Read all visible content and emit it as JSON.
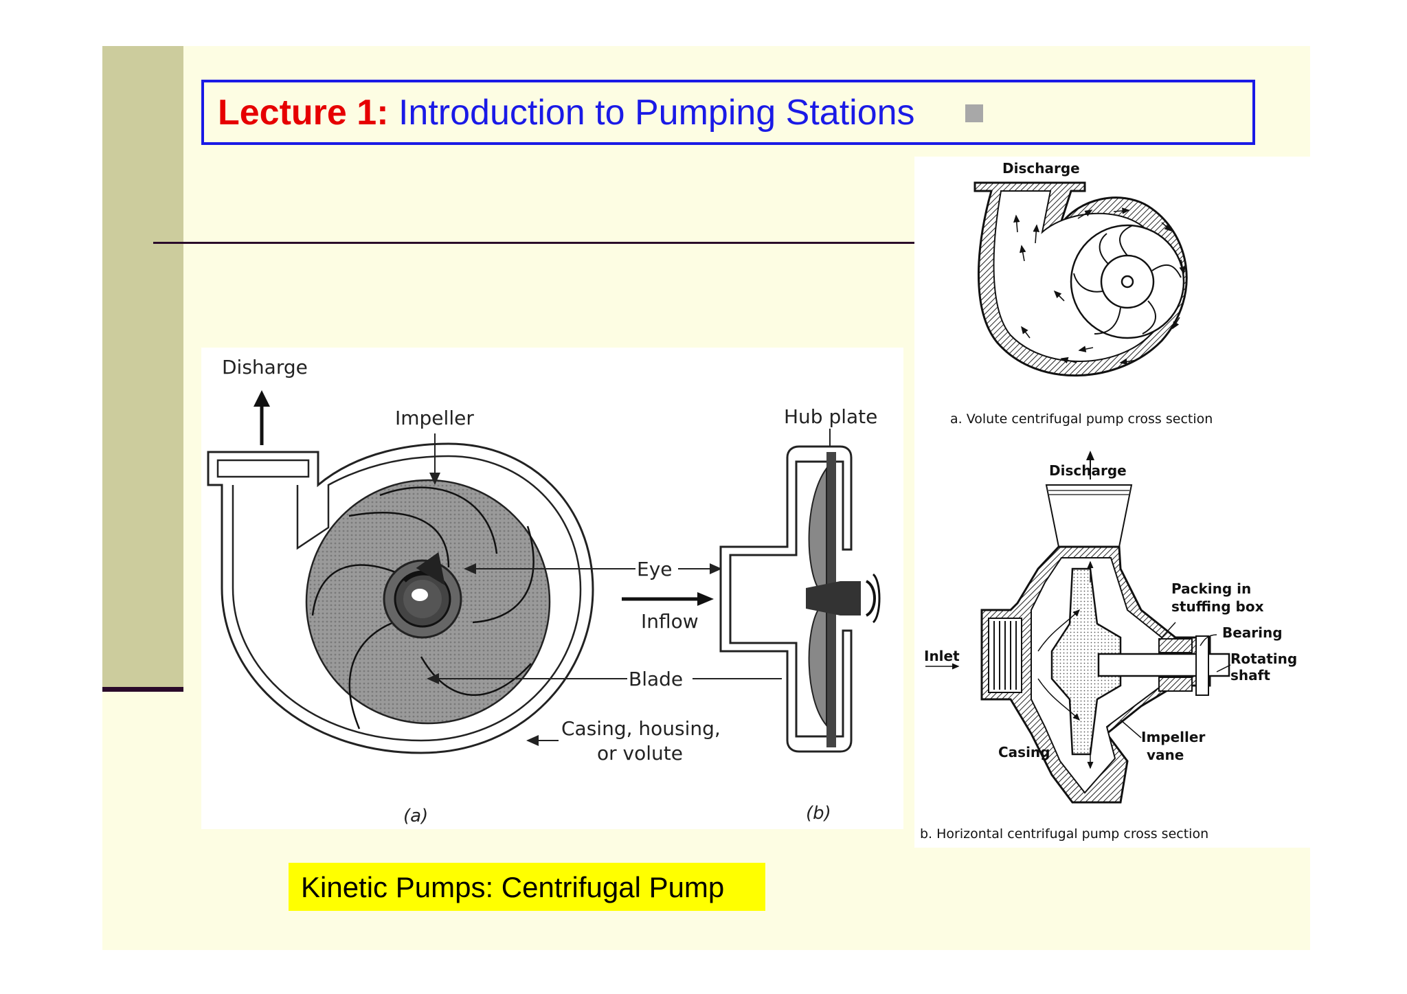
{
  "title": {
    "lecture_label": "Lecture 1:",
    "text": "Introduction to Pumping Stations"
  },
  "figure_left": {
    "labels": {
      "discharge": "Disharge",
      "impeller": "Impeller",
      "hub_plate": "Hub plate",
      "eye": "Eye",
      "inflow": "Inflow",
      "blade": "Blade",
      "casing_line1": "Casing, housing,",
      "casing_line2": "or volute",
      "sub_a": "(a)",
      "sub_b": "(b)"
    }
  },
  "figure_right": {
    "top": {
      "discharge": "Discharge",
      "caption": "a. Volute  centrifugal  pump cross section"
    },
    "bottom": {
      "discharge": "Discharge",
      "packing_line1": "Packing in",
      "packing_line2": "stuffing box",
      "bearing": "Bearing",
      "inlet": "Inlet",
      "rotating_line1": "Rotating",
      "rotating_line2": "shaft",
      "casing": "Casing",
      "impeller_line1": "Impeller",
      "impeller_line2": "vane",
      "caption": "b. Horizontal  centrifugal  pump cross section"
    }
  },
  "caption": "Kinetic Pumps:  Centrifugal Pump",
  "colors": {
    "slide_background": "#fdfde3",
    "left_bar": "#cccc9d",
    "title_border": "#1a1ae6",
    "lecture_red": "#e60000",
    "caption_highlight": "#ffff00"
  }
}
